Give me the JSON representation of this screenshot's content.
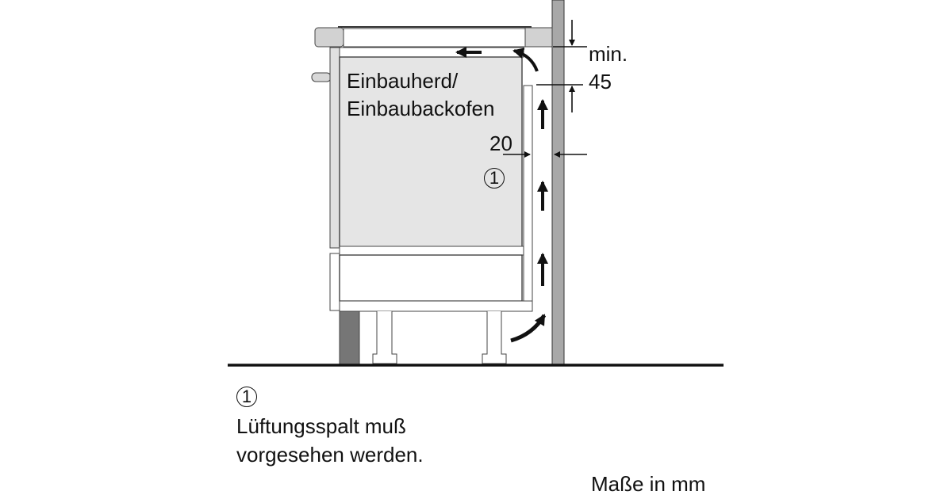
{
  "appliance_label_line1": "Einbauherd/",
  "appliance_label_line2": "Einbaubackofen",
  "dimension_top_label": "min.",
  "dimension_top_value": "45",
  "dimension_gap_value": "20",
  "callout_marker": "1",
  "legend": {
    "marker": "1",
    "line1": "Lüftungsspalt muß",
    "line2": "vorgesehen werden."
  },
  "units_note": "Maße in mm"
}
